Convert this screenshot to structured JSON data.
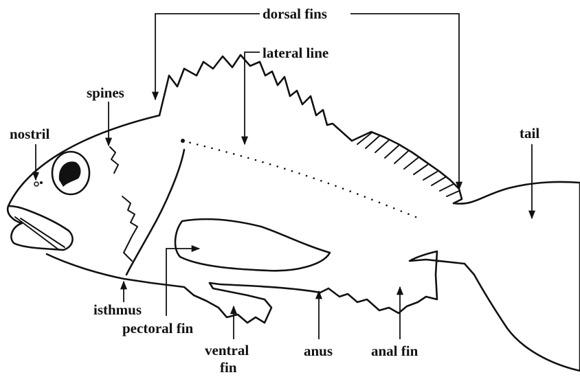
{
  "labels": {
    "dorsal_fins": "dorsal fins",
    "lateral_line": "lateral line",
    "spines": "spines",
    "nostril": "nostril",
    "tail": "tail",
    "isthmus": "isthmus",
    "pectoral_fin": "pectoral fin",
    "ventral_fin_line1": "ventral",
    "ventral_fin_line2": "fin",
    "anus": "anus",
    "anal_fin": "anal fin"
  }
}
